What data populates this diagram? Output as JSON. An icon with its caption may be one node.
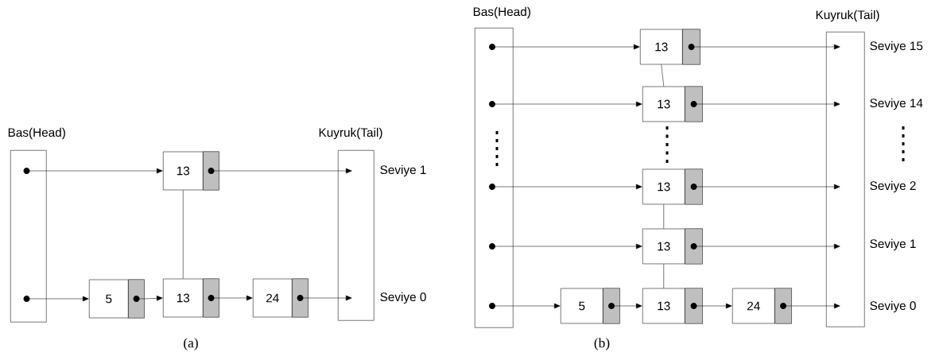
{
  "diagram": {
    "nodes": [
      {
        "text": [
          "Bas(Head)"
        ]
      },
      {
        "text": [
          "Kuyruk(Tail)"
        ]
      },
      {
        "text": [
          "13"
        ]
      },
      {
        "text": [
          "5"
        ]
      },
      {
        "text": [
          "13"
        ]
      },
      {
        "text": [
          "24"
        ]
      },
      {
        "text": [
          "Bas(Head)"
        ]
      },
      {
        "text": [
          "Kuyruk(Tail)"
        ]
      },
      {
        "text": [
          "13"
        ]
      },
      {
        "text": [
          "13"
        ]
      },
      {
        "text": [
          "13"
        ]
      },
      {
        "text": [
          "13"
        ]
      },
      {
        "text": [
          "5"
        ]
      },
      {
        "text": [
          "13"
        ]
      },
      {
        "text": [
          "24"
        ]
      }
    ],
    "edges": [
      {
        "from": 0,
        "to": 2,
        "arrow": "to"
      },
      {
        "from": 2,
        "to": 1,
        "arrow": "to"
      },
      {
        "from": 2,
        "to": 4,
        "arrow": "none"
      },
      {
        "from": 0,
        "to": 3,
        "arrow": "to"
      },
      {
        "from": 3,
        "to": 4,
        "arrow": "to"
      },
      {
        "from": 4,
        "to": 5,
        "arrow": "to"
      },
      {
        "from": 5,
        "to": 1,
        "arrow": "to"
      },
      {
        "from": 6,
        "to": 8,
        "arrow": "to"
      },
      {
        "from": 8,
        "to": 7,
        "arrow": "to"
      },
      {
        "from": 8,
        "to": 9,
        "arrow": "none"
      },
      {
        "from": 6,
        "to": 9,
        "arrow": "to"
      },
      {
        "from": 9,
        "to": 7,
        "arrow": "to"
      },
      {
        "from": 6,
        "to": 10,
        "arrow": "to"
      },
      {
        "from": 10,
        "to": 7,
        "arrow": "to"
      },
      {
        "from": 10,
        "to": 11,
        "arrow": "none"
      },
      {
        "from": 6,
        "to": 11,
        "arrow": "to"
      },
      {
        "from": 11,
        "to": 7,
        "arrow": "to"
      },
      {
        "from": 11,
        "to": 13,
        "arrow": "none"
      },
      {
        "from": 6,
        "to": 12,
        "arrow": "to"
      },
      {
        "from": 12,
        "to": 13,
        "arrow": "to"
      },
      {
        "from": 13,
        "to": 14,
        "arrow": "to"
      },
      {
        "from": 14,
        "to": 7,
        "arrow": "to"
      }
    ],
    "labels": [
      "Seviye 1",
      "Seviye 0",
      "(a)",
      "Seviye 15",
      "Seviye 14",
      "Seviye 2",
      "Seviye 1",
      "Seviye 0",
      "(b)"
    ]
  }
}
